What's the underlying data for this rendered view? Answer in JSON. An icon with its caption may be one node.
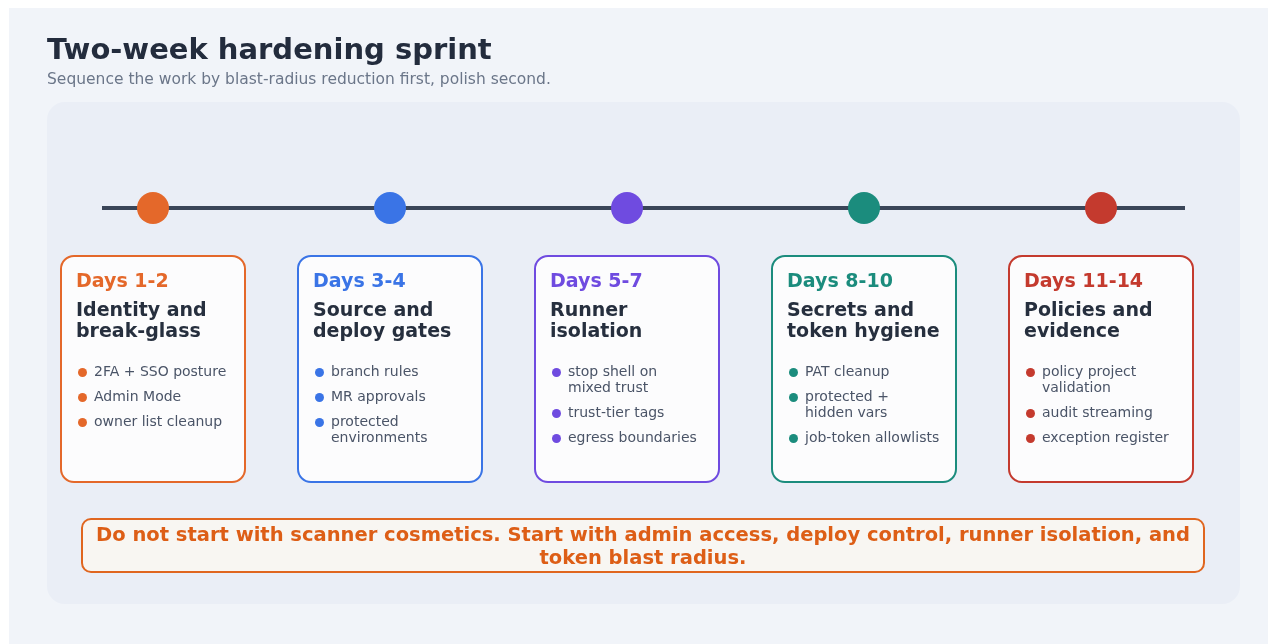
{
  "diagram": {
    "title": "Two-week hardening sprint",
    "caption": "Sequence the work by blast-radius reduction first, polish second.",
    "nodes": [
      {
        "text": [
          "Days 1-2",
          "Identity and break-glass",
          "2FA + SSO posture",
          "Admin Mode",
          "owner list cleanup"
        ]
      },
      {
        "text": [
          "Days 3-4",
          "Source and deploy gates",
          "branch rules",
          "MR approvals",
          "protected environments"
        ]
      },
      {
        "text": [
          "Days 5-7",
          "Runner isolation",
          "stop shell on mixed trust",
          "trust-tier tags",
          "egress boundaries"
        ]
      },
      {
        "text": [
          "Days 8-10",
          "Secrets and token hygiene",
          "PAT cleanup",
          "protected + hidden vars",
          "job-token allowlists"
        ]
      },
      {
        "text": [
          "Days 11-14",
          "Policies and evidence",
          "policy project validation",
          "audit streaming",
          "exception register"
        ]
      },
      {
        "text": [
          "Do not start with scanner cosmetics. Start with admin access, deploy control, runner isolation, and token blast radius."
        ]
      }
    ],
    "edges": []
  }
}
